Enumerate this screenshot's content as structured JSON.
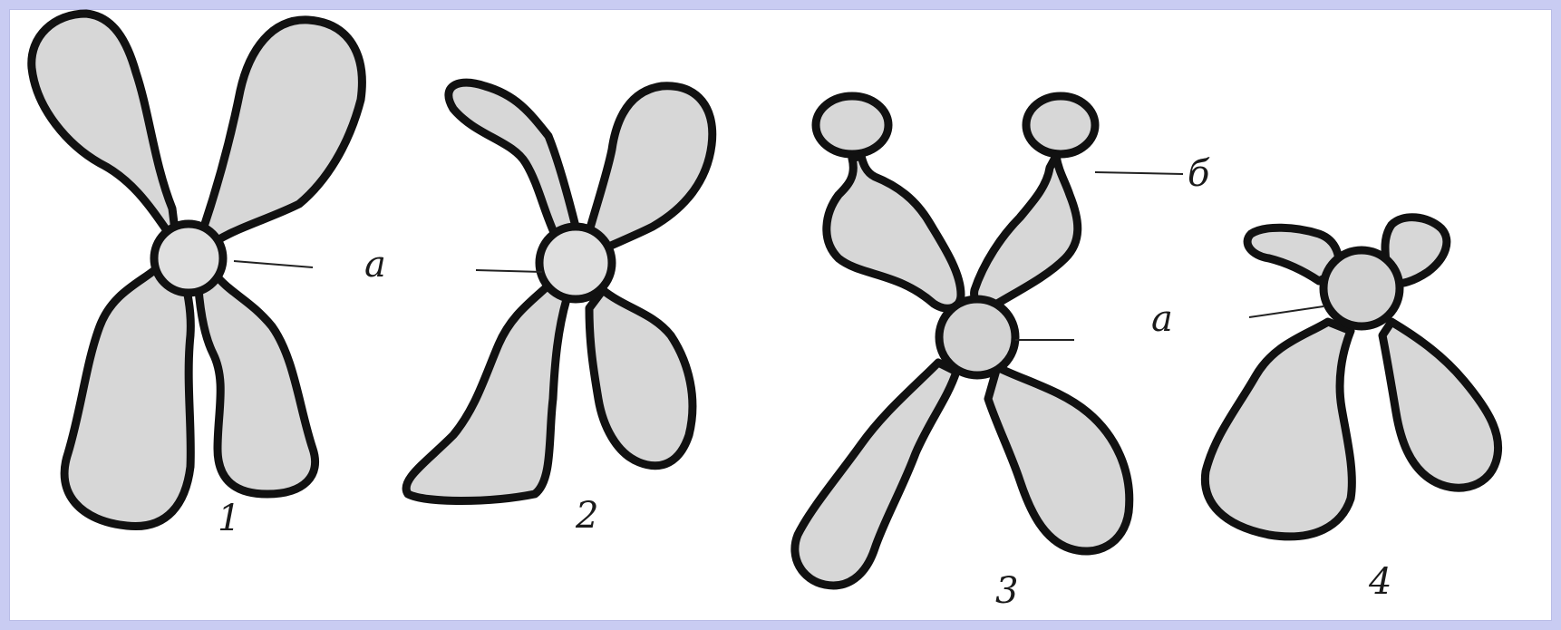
{
  "figure": {
    "chromosomes": [
      {
        "number": "1",
        "centromere_label": "a"
      },
      {
        "number": "2"
      },
      {
        "number": "3",
        "centromere_label": "a",
        "satellite_label": "б"
      },
      {
        "number": "4"
      }
    ]
  },
  "colors": {
    "frame_border": "#c9ccf2",
    "chromosome_fill": "#d7d7d7",
    "outline": "#111111"
  }
}
